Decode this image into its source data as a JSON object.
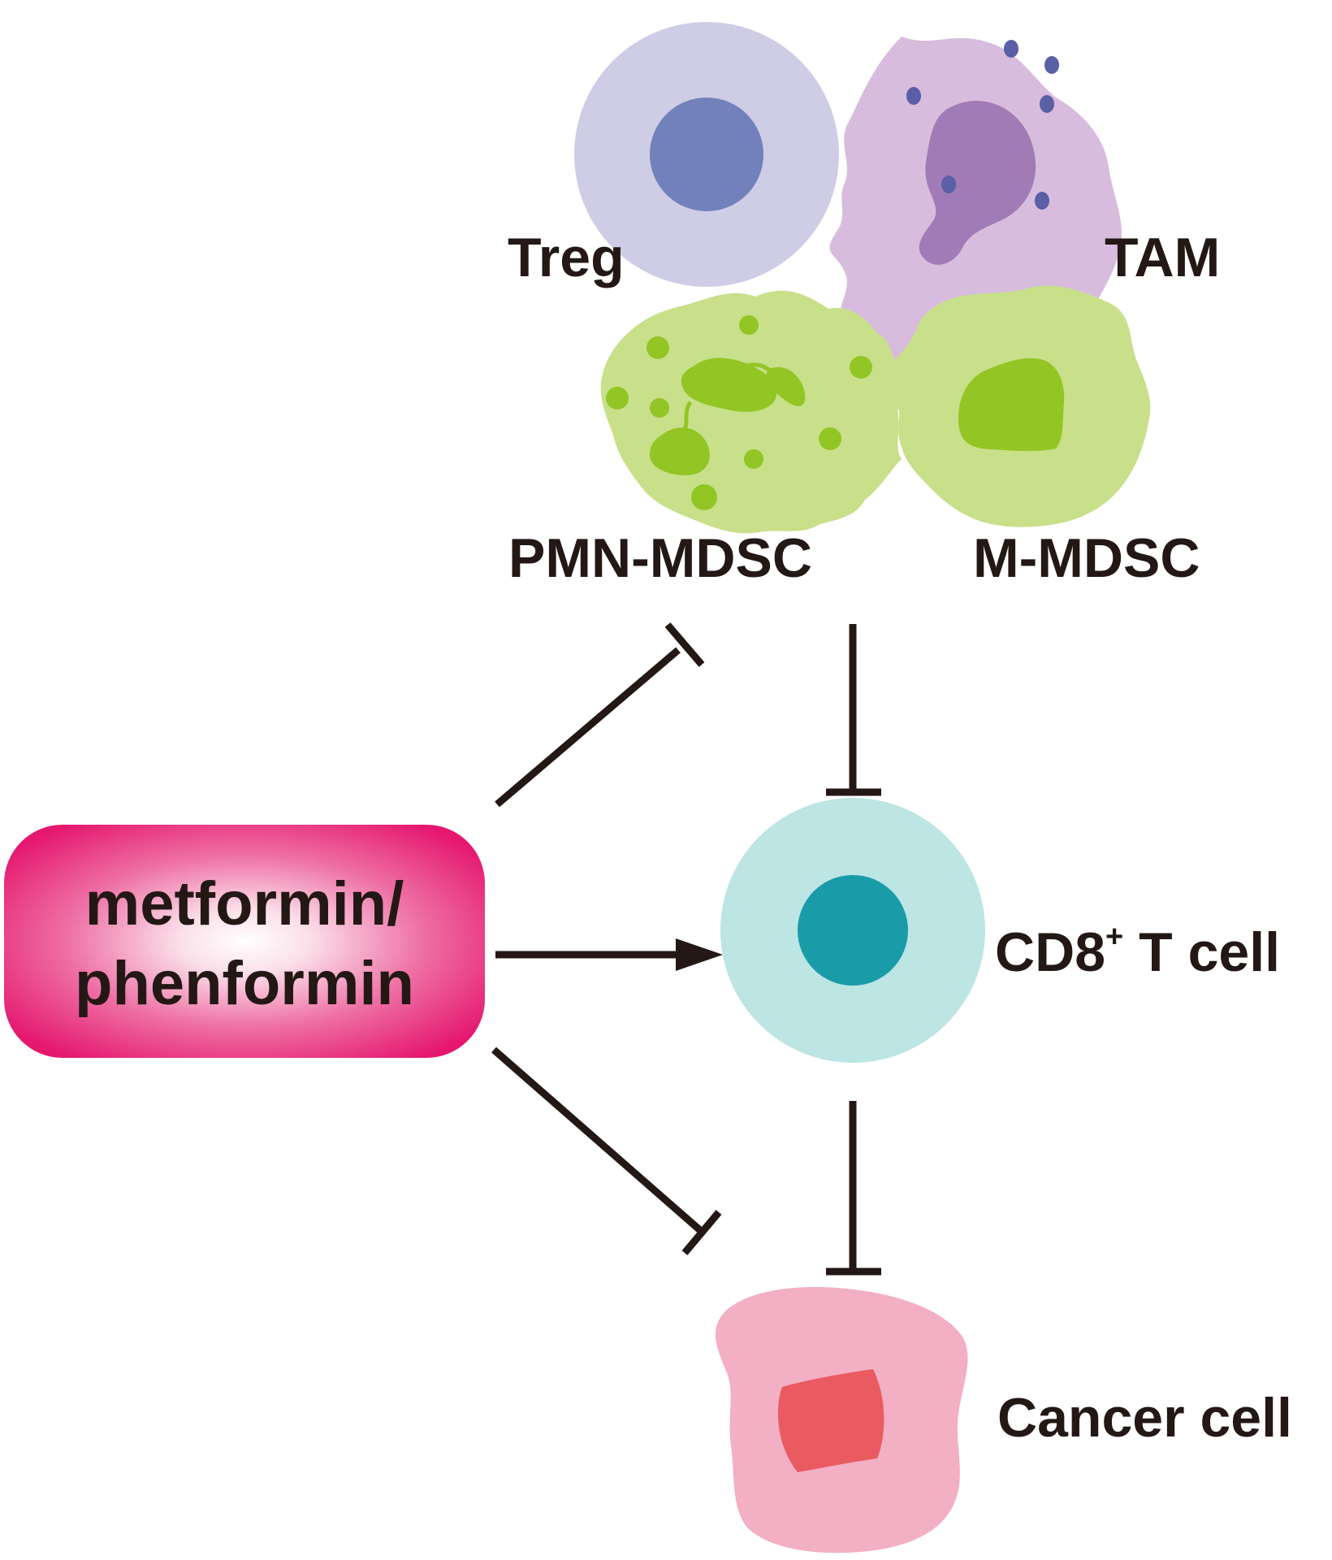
{
  "cells": {
    "treg": {
      "label": "Treg",
      "color": "#cfcde6",
      "nucleus": "#7280bb"
    },
    "tam": {
      "label": "TAM",
      "color": "#d8bcdd",
      "nucleus": "#a07bb5",
      "granules": "#5a5fa6"
    },
    "pmn_mdsc": {
      "label": "PMN-MDSC",
      "color": "#c8e08a",
      "nucleus": "#93c525"
    },
    "m_mdsc": {
      "label": "M-MDSC",
      "color": "#c8e08a",
      "nucleus": "#93c525"
    },
    "cd8": {
      "label": "CD8",
      "superscript": "+",
      "label_suffix": " T cell",
      "color": "#bce5e4",
      "nucleus": "#1a9ba8"
    },
    "cancer": {
      "label": "Cancer cell",
      "color": "#f3afc4",
      "nucleus": "#e95b61"
    }
  },
  "drug": {
    "line1": "metformin/",
    "line2": "phenformin",
    "color": "#e5176f"
  },
  "edges": [
    {
      "from": "drug",
      "to": "suppressive_cells",
      "type": "inhibit"
    },
    {
      "from": "drug",
      "to": "cd8",
      "type": "activate"
    },
    {
      "from": "drug",
      "to": "cancer",
      "type": "inhibit"
    },
    {
      "from": "suppressive_cells",
      "to": "cd8",
      "type": "inhibit"
    },
    {
      "from": "cd8",
      "to": "cancer",
      "type": "inhibit"
    }
  ]
}
